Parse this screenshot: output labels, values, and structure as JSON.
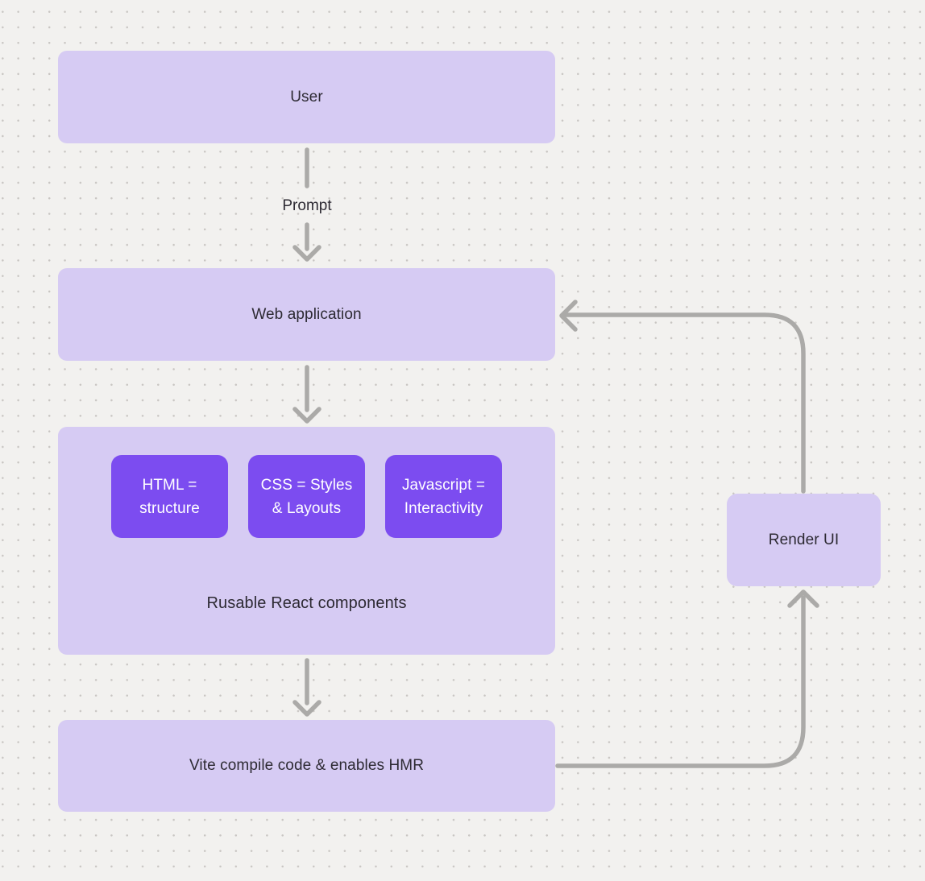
{
  "diagram": {
    "colors": {
      "background": "#f2f1ef",
      "dot": "#c9c6c3",
      "node_light": "#d6cbf3",
      "node_dark": "#7c4cf0",
      "text_dark": "#2d2a33",
      "text_light": "#ffffff",
      "arrow": "#abaaa8"
    },
    "nodes": {
      "user": {
        "label": "User"
      },
      "web_application": {
        "label": "Web application"
      },
      "components_group": {
        "label": "Rusable React components",
        "children": [
          {
            "line1": "HTML =",
            "line2": "structure"
          },
          {
            "line1": "CSS = Styles",
            "line2": "& Layouts"
          },
          {
            "line1": "Javascript =",
            "line2": "Interactivity"
          }
        ]
      },
      "vite": {
        "label": "Vite compile code & enables HMR"
      },
      "render_ui": {
        "label": "Render UI"
      }
    },
    "edges": {
      "prompt_label": "Prompt"
    }
  }
}
